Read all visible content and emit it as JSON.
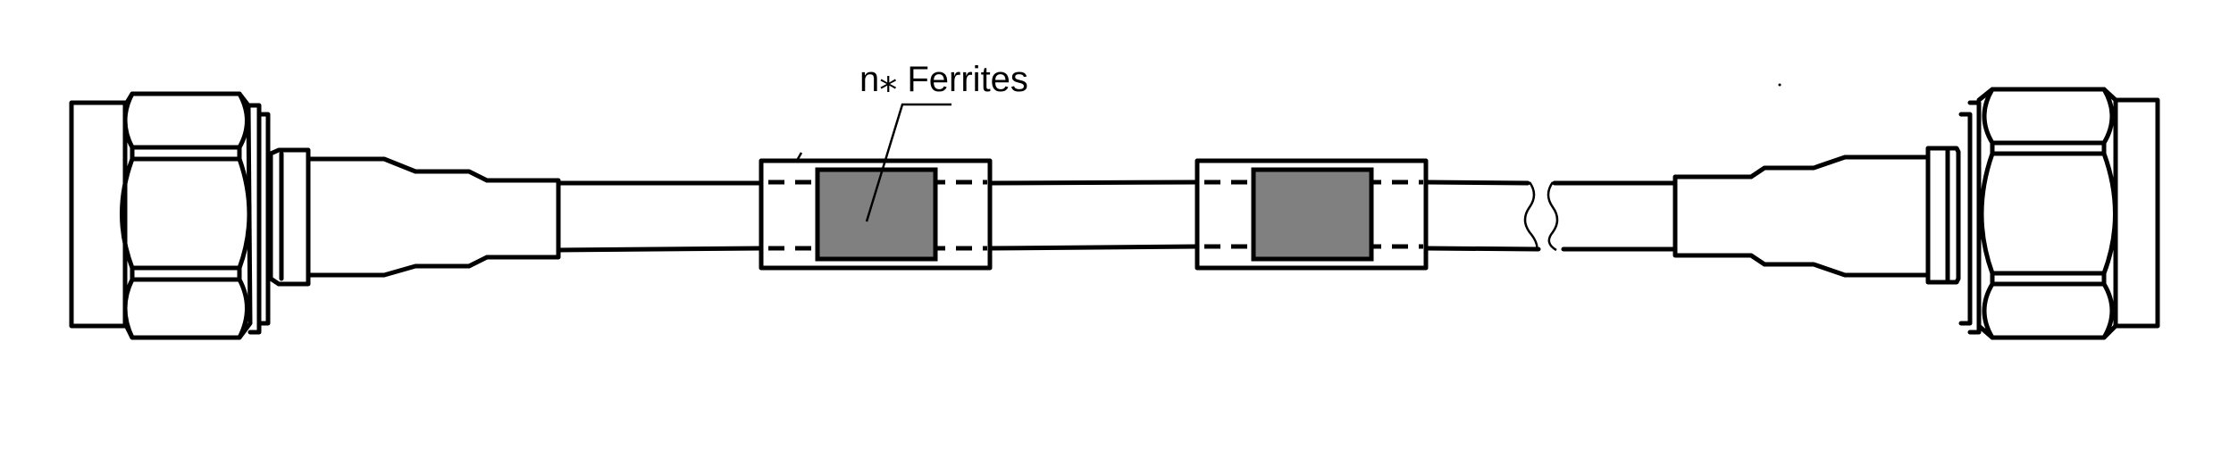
{
  "diagram": {
    "ferrite_label": "n⁎ Ferrites",
    "colors": {
      "line": "#000000",
      "ferrite_fill": "#808080",
      "background": "#ffffff"
    },
    "parts": [
      "left-connector",
      "cable",
      "ferrite-sleeve",
      "ferrite-sleeve",
      "cable-break",
      "right-connector"
    ]
  }
}
